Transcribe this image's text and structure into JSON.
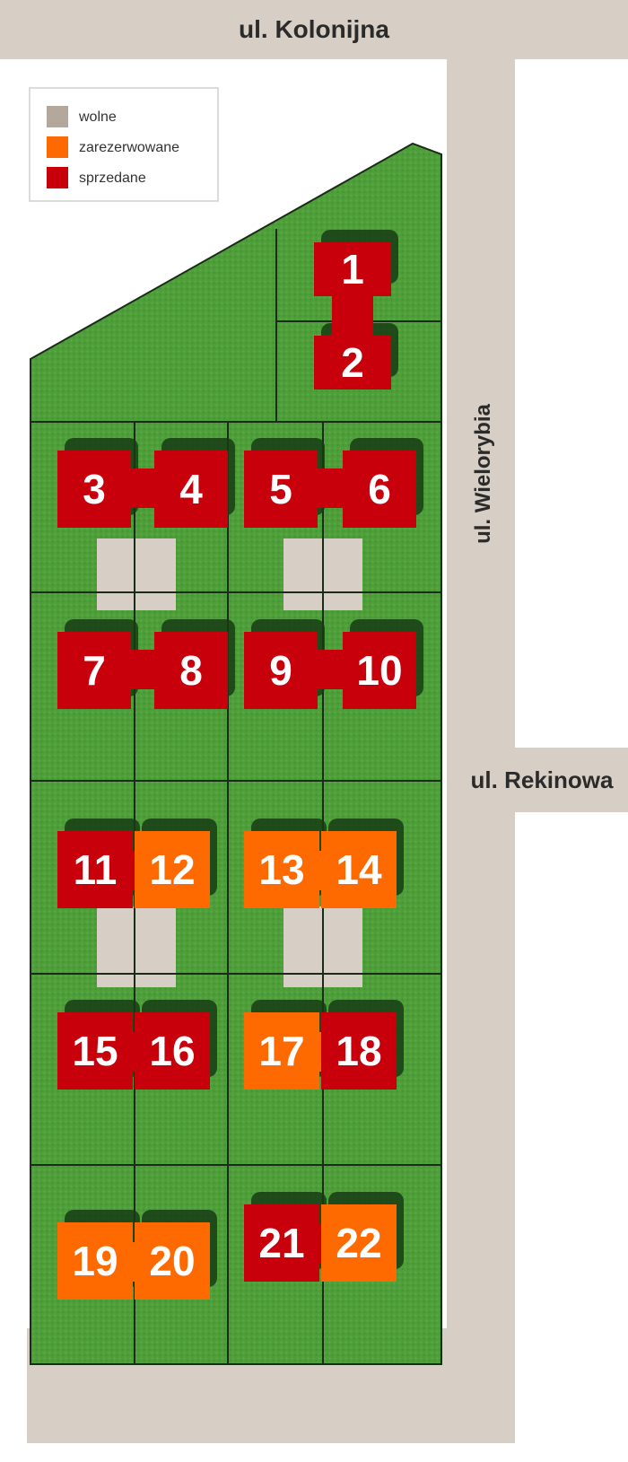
{
  "streets": {
    "kolonijna": "ul. Kolonijna",
    "wielorybia": "ul. Wielorybia",
    "rekinowa": "ul. Rekinowa"
  },
  "legend": [
    {
      "label": "wolne",
      "status": "free"
    },
    {
      "label": "zarezerwowane",
      "status": "reserved"
    },
    {
      "label": "sprzedane",
      "status": "sold"
    }
  ],
  "colors": {
    "free": "#b4a89d",
    "reserved": "#ff6a00",
    "sold": "#c8000b",
    "road": "#d7cec6",
    "lawn": "#4e9e3a",
    "shadow": "#163c14"
  },
  "houses": [
    {
      "number": "1",
      "status": "sold"
    },
    {
      "number": "2",
      "status": "sold"
    },
    {
      "number": "3",
      "status": "sold"
    },
    {
      "number": "4",
      "status": "sold"
    },
    {
      "number": "5",
      "status": "sold"
    },
    {
      "number": "6",
      "status": "sold"
    },
    {
      "number": "7",
      "status": "sold"
    },
    {
      "number": "8",
      "status": "sold"
    },
    {
      "number": "9",
      "status": "sold"
    },
    {
      "number": "10",
      "status": "sold"
    },
    {
      "number": "11",
      "status": "sold"
    },
    {
      "number": "12",
      "status": "reserved"
    },
    {
      "number": "13",
      "status": "reserved"
    },
    {
      "number": "14",
      "status": "reserved"
    },
    {
      "number": "15",
      "status": "sold"
    },
    {
      "number": "16",
      "status": "sold"
    },
    {
      "number": "17",
      "status": "reserved"
    },
    {
      "number": "18",
      "status": "sold"
    },
    {
      "number": "19",
      "status": "reserved"
    },
    {
      "number": "20",
      "status": "reserved"
    },
    {
      "number": "21",
      "status": "sold"
    },
    {
      "number": "22",
      "status": "reserved"
    }
  ]
}
